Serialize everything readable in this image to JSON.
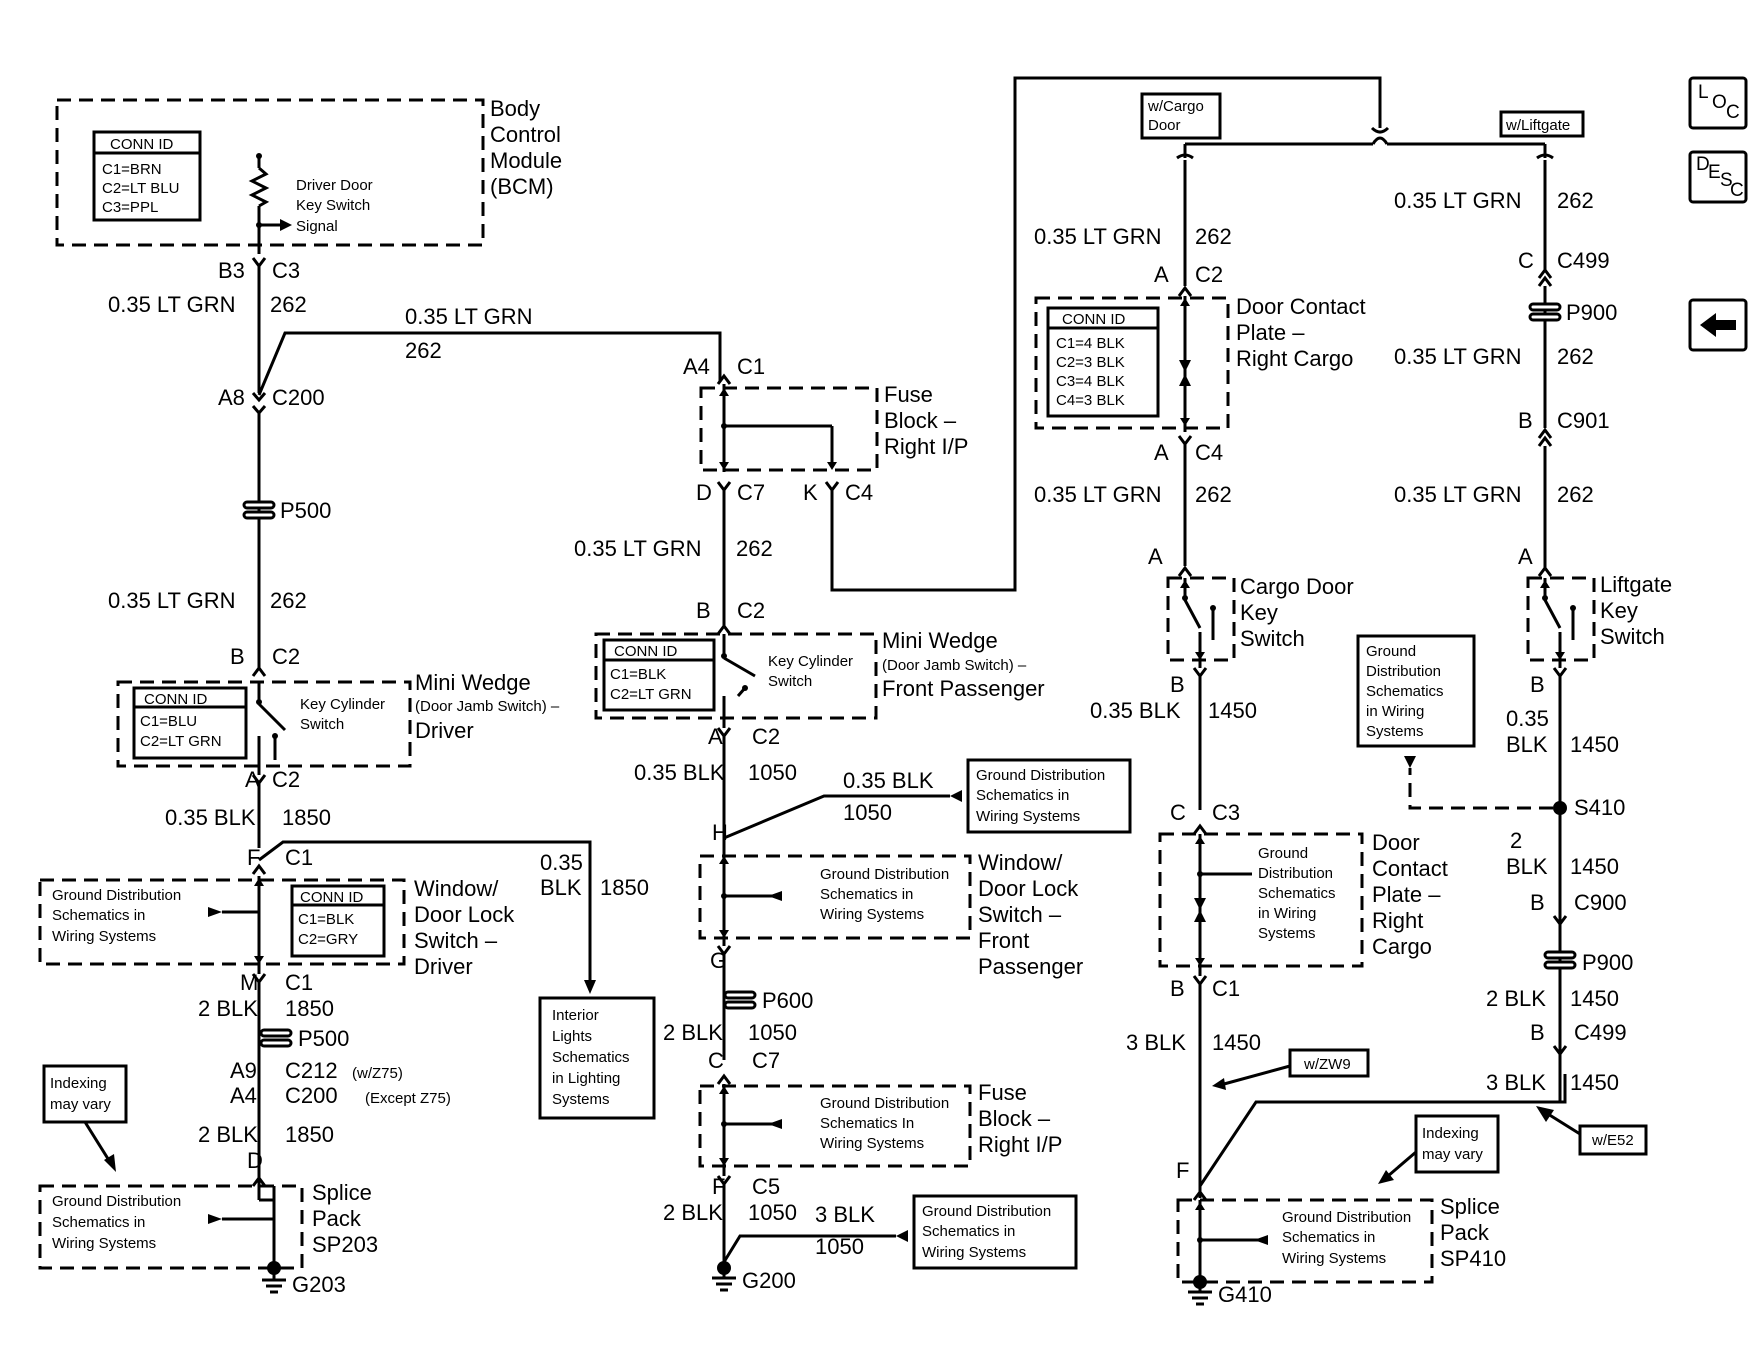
{
  "bcm": {
    "title": [
      "Body",
      "Control",
      "Module",
      "(BCM)"
    ],
    "conn_id": "CONN ID",
    "conns": [
      "C1=BRN",
      "C2=LT BLU",
      "C3=PPL"
    ],
    "signal": [
      "Driver Door",
      "Key Switch",
      "Signal"
    ]
  },
  "wire_262": "0.35 LT GRN",
  "circuit_262": "262",
  "pins": {
    "b3": "B3",
    "c3": "C3",
    "a8": "A8",
    "c200": "C200",
    "p500": "P500",
    "b": "B",
    "c2": "C2",
    "a": "A",
    "f": "F",
    "c1": "C1",
    "m": "M",
    "a4": "A4",
    "d": "D",
    "c7": "C7",
    "k": "K",
    "c4": "C4",
    "h": "H",
    "g": "G",
    "p600": "P600",
    "c": "C",
    "c5": "C5",
    "c499": "C499",
    "p900": "P900",
    "c901": "C901",
    "s410": "S410",
    "c900": "C900",
    "a9": "A9"
  },
  "mini_wedge_driver": {
    "title": "Mini Wedge",
    "sub": "(Door Jamb Switch) –",
    "loc": "Driver",
    "conn_id": "CONN ID",
    "conns": [
      "C1=BLU",
      "C2=LT GRN"
    ],
    "switch": [
      "Key Cylinder",
      "Switch"
    ]
  },
  "mini_wedge_pass": {
    "title": "Mini Wedge",
    "sub": "(Door Jamb Switch) –",
    "loc": "Front Passenger",
    "conn_id": "CONN ID",
    "conns": [
      "C1=BLK",
      "C2=LT GRN"
    ],
    "switch": [
      "Key Cylinder",
      "Switch"
    ]
  },
  "wire_1850_a": "0.35 BLK",
  "circuit_1850": "1850",
  "wire_1850_b": [
    "0.35",
    "BLK"
  ],
  "window_driver": {
    "title": [
      "Window/",
      "Door Lock",
      "Switch –",
      "Driver"
    ],
    "conn_id": "CONN ID",
    "conns": [
      "C1=BLK",
      "C2=GRY"
    ]
  },
  "gnd_text": [
    "Ground Distribution",
    "Schematics in",
    "Wiring Systems"
  ],
  "gnd_text_b": [
    "Ground Distribution",
    "Schematics In",
    "Wiring Systems"
  ],
  "gnd_text_4": [
    "Ground",
    "Distribution",
    "Schematics",
    "in Wiring",
    "Systems"
  ],
  "interior": [
    "Interior",
    "Lights",
    "Schematics",
    "in Lighting",
    "Systems"
  ],
  "wire_2blk": "2 BLK",
  "c212": "C212",
  "c212_note": "(w/Z75)",
  "c200_note": "(Except Z75)",
  "indexing": [
    "Indexing",
    "may vary"
  ],
  "splice_driver": [
    "Splice",
    "Pack",
    "SP203"
  ],
  "g203": "G203",
  "fuse_block": [
    "Fuse",
    "Block –",
    "Right I/P"
  ],
  "wire_1050": "0.35 BLK",
  "circuit_1050": "1050",
  "wire_3blk": "3 BLK",
  "window_pass": [
    "Window/",
    "Door Lock",
    "Switch –",
    "Front",
    "Passenger"
  ],
  "g200": "G200",
  "cargo_door_opt": [
    "w/Cargo",
    "Door"
  ],
  "liftgate_opt": "w/Liftgate",
  "door_contact": {
    "title": [
      "Door Contact",
      "Plate –",
      "Right Cargo"
    ],
    "conn_id": "CONN ID",
    "conns": [
      "C1=4 BLK",
      "C2=3 BLK",
      "C3=4 BLK",
      "C4=3 BLK"
    ]
  },
  "door_contact_b": [
    "Door",
    "Contact",
    "Plate –",
    "Right",
    "Cargo"
  ],
  "cargo_key": [
    "Cargo Door",
    "Key",
    "Switch"
  ],
  "liftgate_key": [
    "Liftgate",
    "Key",
    "Switch"
  ],
  "circuit_1450": "1450",
  "wire_035": "0.35",
  "wire_blk": "BLK",
  "wire_2": "2",
  "zw9": "w/ZW9",
  "e52": "w/E52",
  "splice_cargo": [
    "Splice",
    "Pack",
    "SP410"
  ],
  "g410": "G410",
  "icons": {
    "loc": [
      "L",
      "O",
      "C"
    ],
    "desc": [
      "D",
      "E",
      "S",
      "C"
    ]
  }
}
